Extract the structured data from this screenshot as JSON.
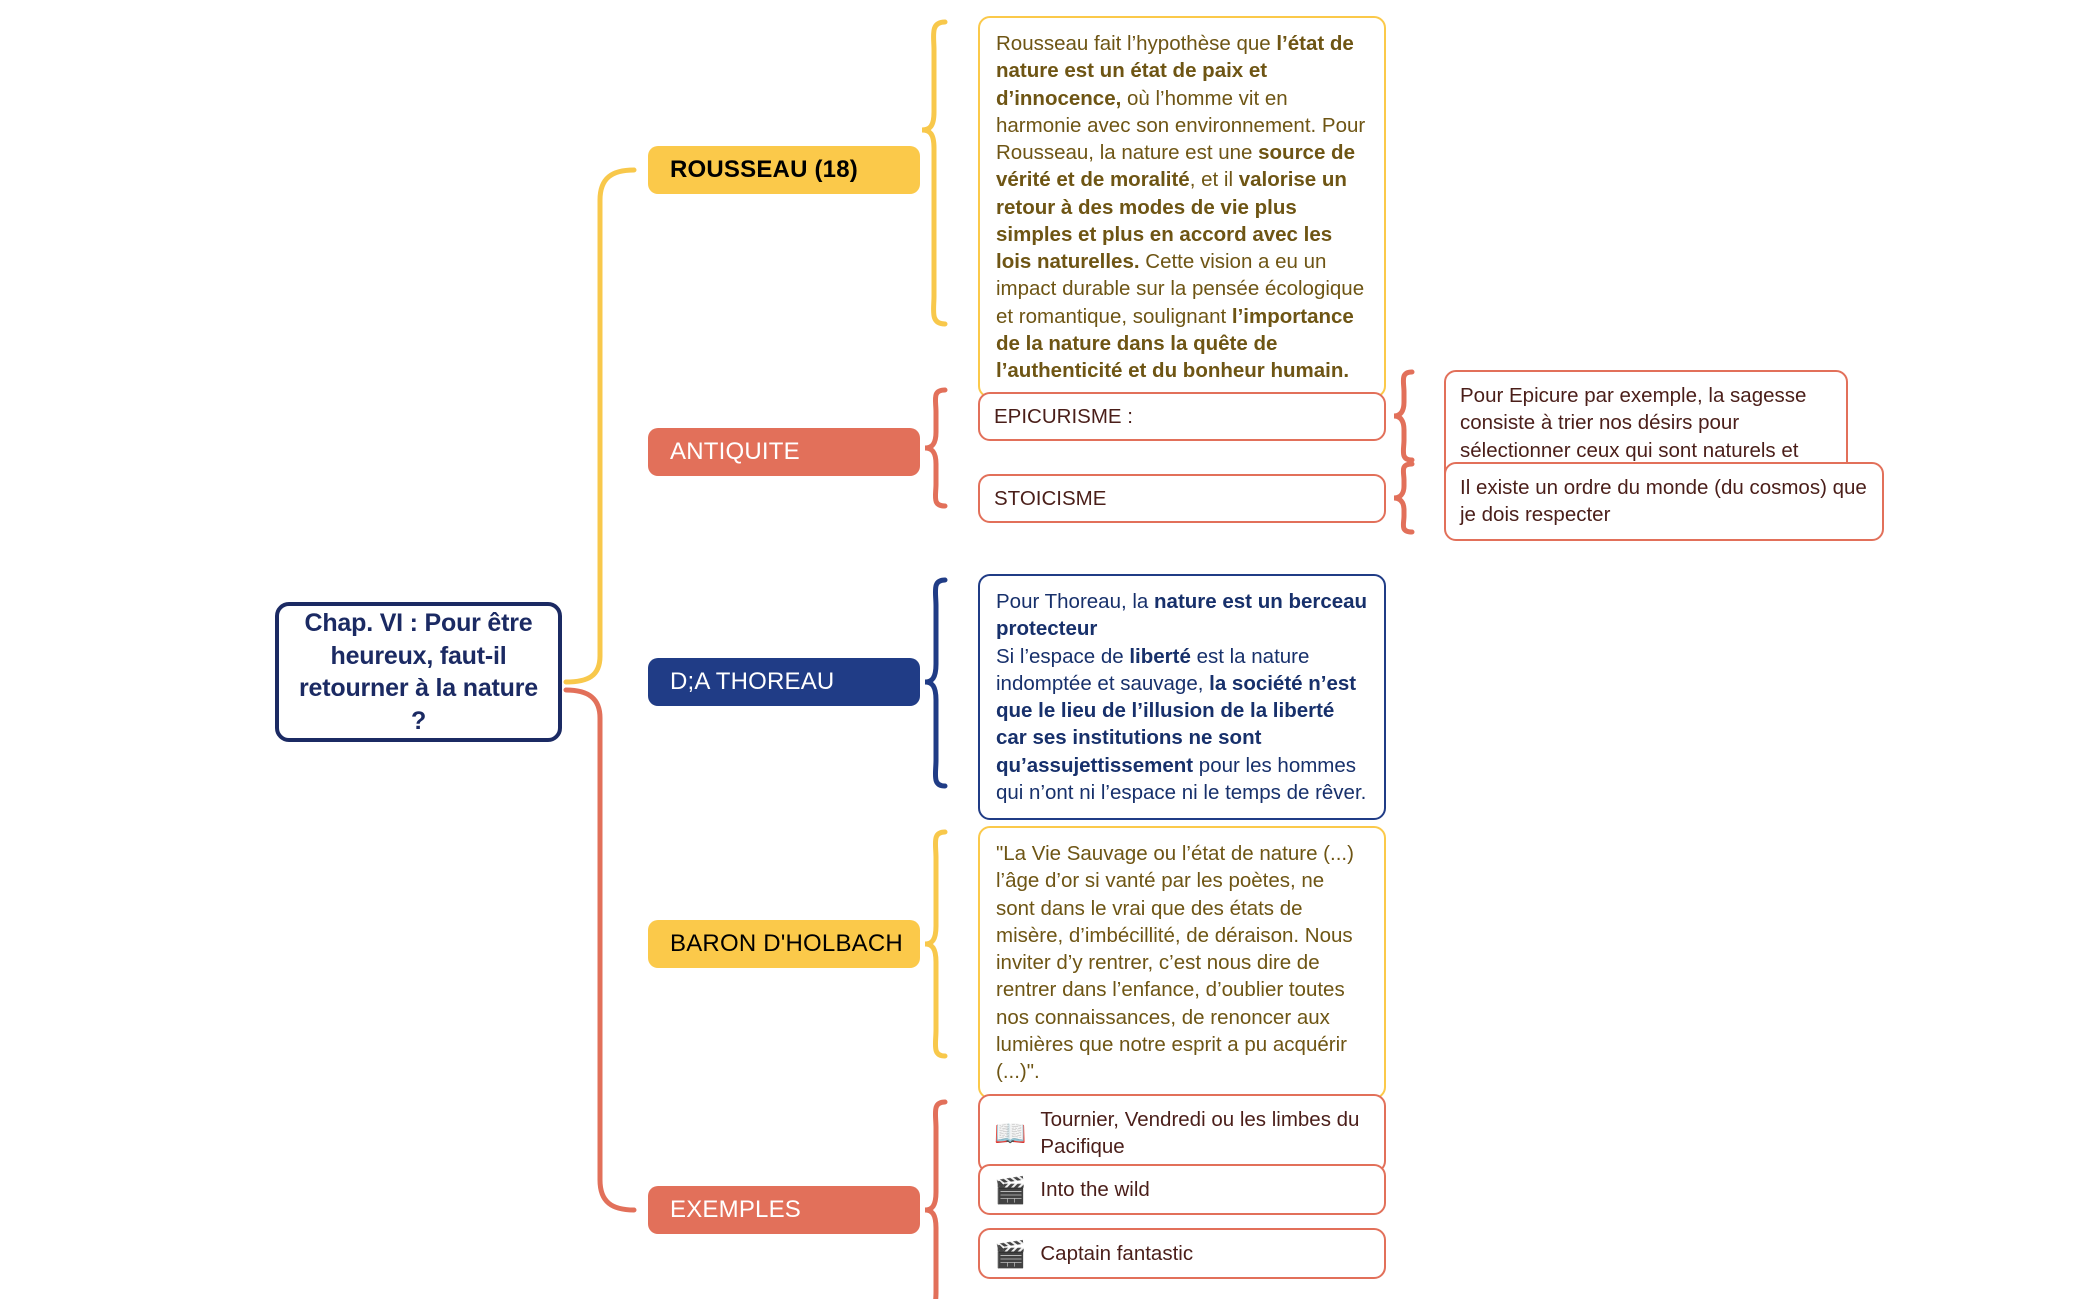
{
  "root": {
    "title": "Chap. VI : Pour être heureux, faut-il retourner à la nature ?"
  },
  "colors": {
    "navy": "#203C86",
    "coral": "#E2705A",
    "yellow": "#FBC94A",
    "yellow_text": "#6E5514",
    "coral_text": "#4A1E19",
    "navy_text": "#17306B"
  },
  "branches": {
    "rousseau": {
      "label": "ROUSSEAU (18)",
      "detail_html": "Rousseau fait l’hypothèse que <b>l’état de nature est un état de paix et d’innocence,</b> où l’homme vit en harmonie avec son environnement. Pour Rousseau, la nature est une <b>source de vérité et de moralité</b>, et il <b>valorise un retour à des modes de vie plus simples et plus en accord avec les lois naturelles.</b> Cette vision a eu un impact durable sur la pensée écologique et romantique, soulignant <b>l’importance de la nature dans la quête de l’authenticité et du bonheur humain.</b>"
    },
    "antiquite": {
      "label": "ANTIQUITE",
      "children": [
        {
          "label": "EPICURISME :",
          "detail": "Pour Epicure par exemple, la sagesse consiste à trier nos désirs pour sélectionner ceux qui sont naturels et nécessaires."
        },
        {
          "label": "STOICISME",
          "detail": "Il existe un ordre du monde (du cosmos) que je dois respecter"
        }
      ]
    },
    "thoreau": {
      "label": "D;A THOREAU",
      "detail_html": "Pour Thoreau, la <b>nature est un berceau protecteur</b><br>Si l’espace de <b>liberté</b> est la nature indomptée et sauvage, <b>la société n’est que le lieu de l’illusion de la liberté car ses institutions ne sont qu’assujettissement</b> pour les hommes qui n’ont ni l’espace ni le temps de rêver."
    },
    "holbach": {
      "label": "BARON D'HOLBACH",
      "detail_html": "\"La Vie Sauvage ou l’état de nature (...) l’âge d’or si vanté par les poètes, ne sont dans le vrai que des états de misère, d’imbécillité, de déraison. Nous inviter d’y rentrer, c’est nous dire de rentrer dans l’enfance, d’oublier toutes nos connaissances, de renoncer aux lumières que notre esprit a pu acquérir (...)\"."
    },
    "exemples": {
      "label": "EXEMPLES",
      "items": [
        {
          "icon": "📖",
          "icon_name": "open-book-icon",
          "label": "Tournier, Vendredi ou les limbes du Pacifique"
        },
        {
          "icon": "🎬",
          "icon_name": "clapperboard-icon",
          "label": "Into the wild"
        },
        {
          "icon": "🎬",
          "icon_name": "clapperboard-icon",
          "label": "Captain fantastic"
        }
      ]
    }
  }
}
